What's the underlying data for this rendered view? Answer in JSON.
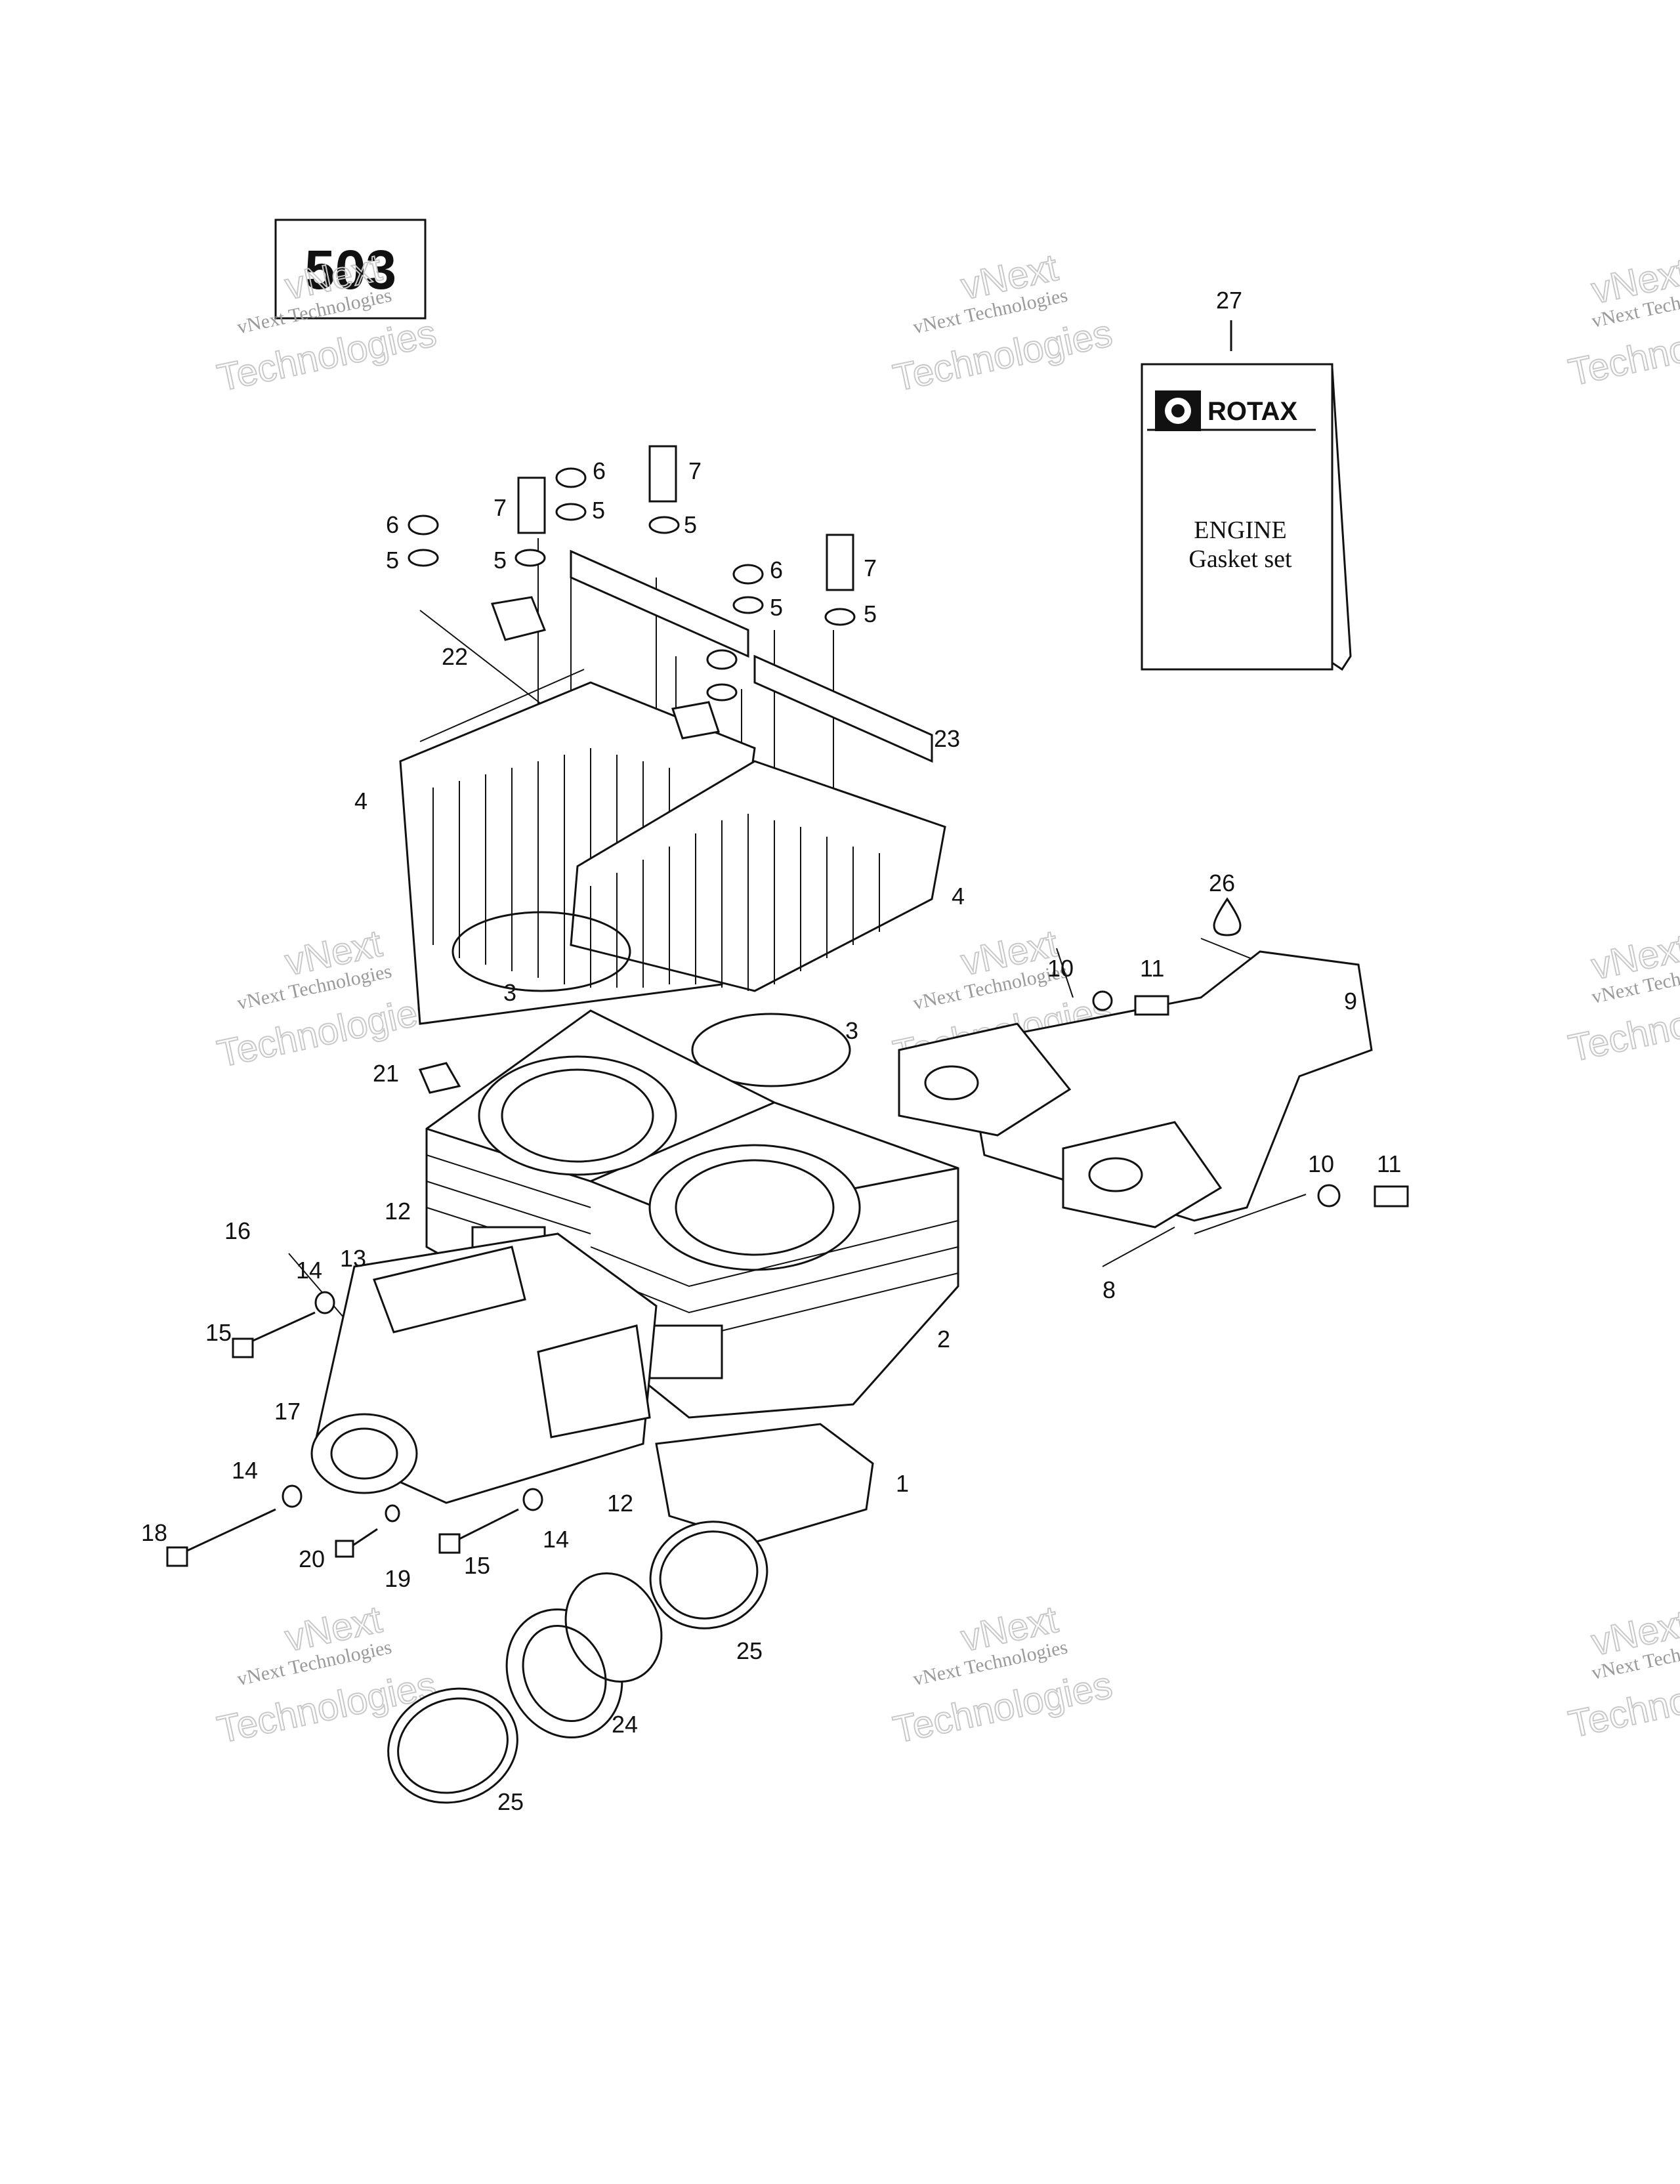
{
  "engine_number": "503",
  "watermark": {
    "line1": "vNext Technologies",
    "line2": "vNext",
    "line3": "Technologies"
  },
  "gasket_set": {
    "brand": "ROTAX",
    "title_line1": "ENGINE",
    "title_line2": "Gasket set"
  },
  "callouts": {
    "c1": "1",
    "c2": "2",
    "c3a": "3",
    "c3b": "3",
    "c4a": "4",
    "c4b": "4",
    "c5a": "5",
    "c5b": "5",
    "c5c": "5",
    "c5d": "5",
    "c5e": "5",
    "c5f": "5",
    "c6a": "6",
    "c6b": "6",
    "c6c": "6",
    "c7a": "7",
    "c7b": "7",
    "c7c": "7",
    "c8": "8",
    "c9": "9",
    "c10a": "10",
    "c10b": "10",
    "c11a": "11",
    "c11b": "11",
    "c12a": "12",
    "c12b": "12",
    "c13": "13",
    "c14a": "14",
    "c14b": "14",
    "c14c": "14",
    "c15a": "15",
    "c15b": "15",
    "c16": "16",
    "c17": "17",
    "c18": "18",
    "c19": "19",
    "c20": "20",
    "c21": "21",
    "c22": "22",
    "c23": "23",
    "c24": "24",
    "c25a": "25",
    "c25b": "25",
    "c26": "26",
    "c27": "27"
  }
}
